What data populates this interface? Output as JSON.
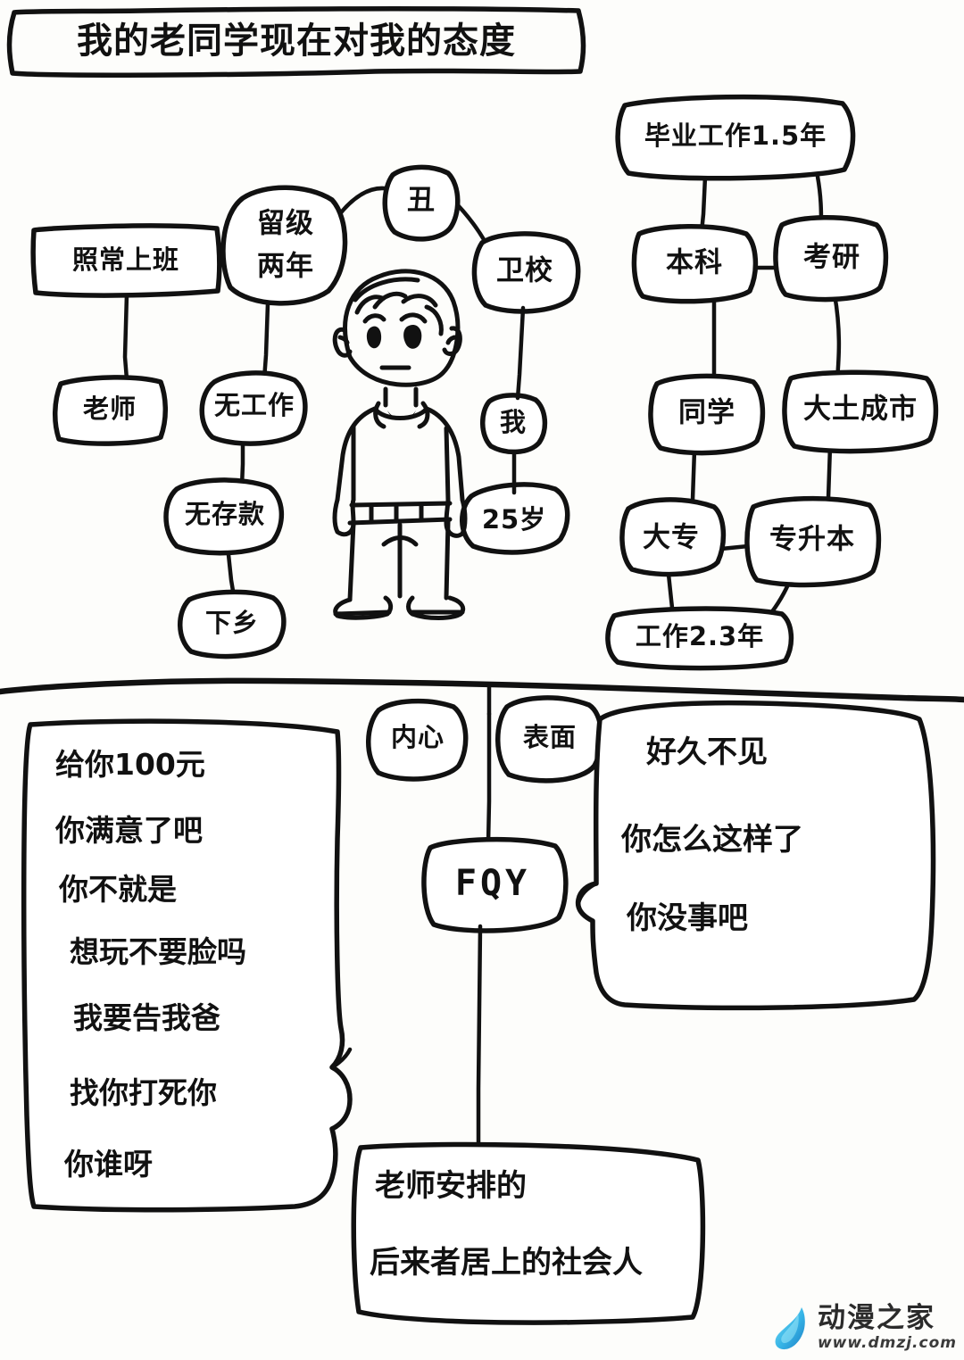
{
  "title": "我的老同学现在对我的态度",
  "mindmap": {
    "left_branch": {
      "nodes": [
        {
          "id": "zhaochang",
          "label": "照常上班"
        },
        {
          "id": "laoshi",
          "label": "老师"
        },
        {
          "id": "liuji",
          "label": "留级两年"
        },
        {
          "id": "wugongzuo",
          "label": "无工作"
        },
        {
          "id": "wucunkuan",
          "label": "无存款"
        },
        {
          "id": "xiaxiang",
          "label": "下乡"
        }
      ]
    },
    "center_branch": {
      "nodes": [
        {
          "id": "chou",
          "label": "丑"
        },
        {
          "id": "weixiao",
          "label": "卫校"
        },
        {
          "id": "wo",
          "label": "我"
        },
        {
          "id": "age",
          "label": "25岁"
        }
      ],
      "figure_label": "cartoon-boy-figure"
    },
    "right_branch": {
      "nodes": [
        {
          "id": "biye",
          "label": "毕业工作1.5年"
        },
        {
          "id": "benke",
          "label": "本科"
        },
        {
          "id": "kaoyan",
          "label": "考研"
        },
        {
          "id": "tongxue",
          "label": "同学"
        },
        {
          "id": "dachengshi",
          "label": "大土成市"
        },
        {
          "id": "dazhuan",
          "label": "大专"
        },
        {
          "id": "zhuanshengben",
          "label": "专升本"
        },
        {
          "id": "gongzuo23",
          "label": "工作2.3年"
        }
      ]
    }
  },
  "bottom": {
    "inner_label": "内心",
    "surface_label": "表面",
    "center_box": "FQY",
    "inner_bubble_lines": [
      "给你100元",
      "你满意了吧",
      "你不就是",
      "想玩不要脸吗",
      "我要告我爸",
      "找你打死你",
      "你谁呀"
    ],
    "surface_bubble_lines": [
      "好久不见",
      "你怎么这样了",
      "你没事吧"
    ],
    "bottom_bubble_lines": [
      "老师安排的",
      "后来者居上的社会人"
    ]
  },
  "watermark": {
    "name": "动漫之家",
    "url": "www.dmzj.com",
    "logo_color": "#3fb6e8"
  },
  "colors": {
    "ink": "#111111",
    "paper": "#fdfdfb",
    "watermark_blue": "#3fb6e8"
  }
}
